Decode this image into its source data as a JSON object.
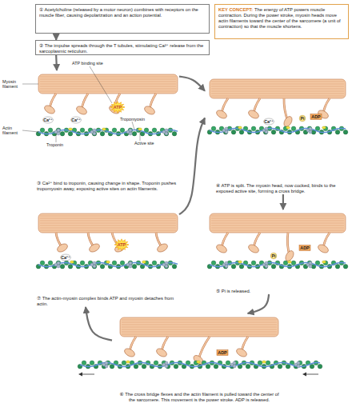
{
  "diagram": {
    "nodes": [
      {
        "text": [
          "① Acetylcholine (released by a motor neuron) combines with receptors on the muscle fiber, causing depolarization and an action potential."
        ]
      },
      {
        "text": [
          "② The impulse spreads through the T tubules, stimulating Ca²⁺ release from the sarcoplasmic reticulum."
        ]
      },
      {
        "text": [
          "KEY CONCEPT:",
          "The energy of ATP powers muscle contraction. During the power stroke, myosin heads move actin filaments toward the center of the sarcomere (a unit of contraction) so that the muscle shortens."
        ]
      },
      {
        "text": [
          "③ Ca²⁺ bind to troponin, causing change in shape. Troponin pushes tropomyosin away, exposing active sites on actin filaments."
        ]
      },
      {
        "text": [
          "④ ATP is split. The myosin head, now cocked, binds to the exposed active site, forming a cross bridge."
        ]
      },
      {
        "text": [
          "⑤ Pi is released."
        ]
      },
      {
        "text": [
          "⑥ The cross bridge flexes and the actin filament is pulled toward the center of the sarcomere. This movement is the power stroke. ADP is released."
        ]
      },
      {
        "text": [
          "⑦ The actin-myosin complex binds ATP and myosin detaches from actin."
        ]
      }
    ],
    "edges": [
      {
        "from": 0,
        "to": 1,
        "arrow": "to"
      },
      {
        "from": 1,
        "to": 3,
        "arrow": "to"
      },
      {
        "from": 3,
        "to": 4,
        "arrow": "to"
      },
      {
        "from": 4,
        "to": 5,
        "arrow": "to"
      },
      {
        "from": 5,
        "to": 6,
        "arrow": "to"
      },
      {
        "from": 6,
        "to": 7,
        "arrow": "to"
      },
      {
        "from": 7,
        "to": 4,
        "arrow": "to"
      }
    ],
    "labels": [
      "ATP binding site",
      "Myosin filament",
      "Actin filament",
      "Troponin",
      "Tropomyosin",
      "Active site",
      "ATP",
      "Ca²⁺",
      "Ca²⁺",
      "ADP",
      "Pi",
      "Ca²⁺",
      "ADP",
      "Pi",
      "ADP",
      "ATP",
      "Ca²⁺"
    ]
  }
}
